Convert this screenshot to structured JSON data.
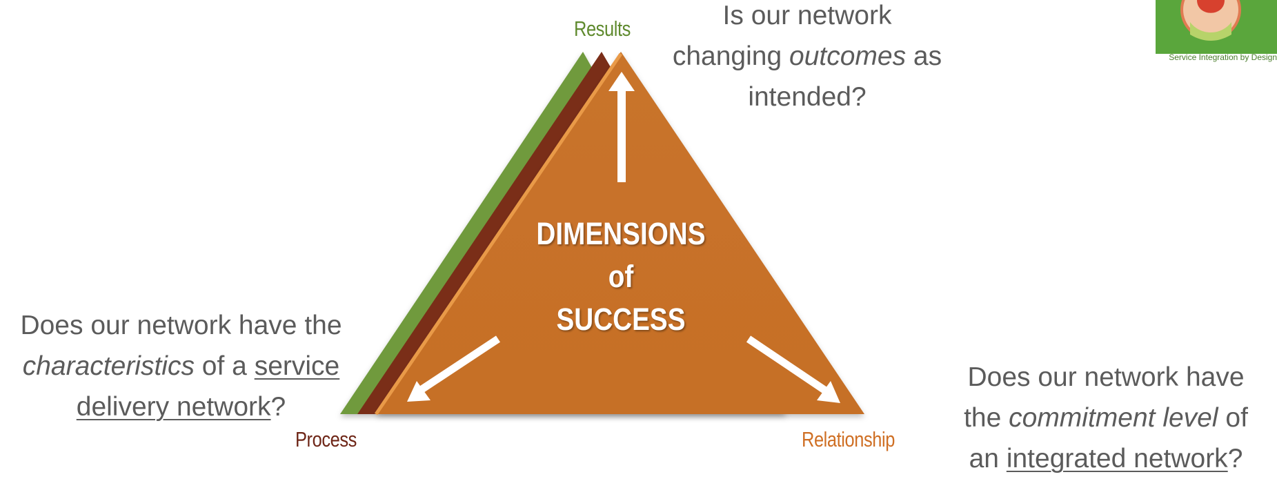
{
  "colors": {
    "triangle_main": "#c8732b",
    "triangle_brown": "#7a2e18",
    "triangle_green": "#6f9a3e",
    "arrow": "#ffffff",
    "question_text": "#5b5b5b",
    "label_results": "#5f8a2e",
    "label_process": "#6e2617",
    "label_relationship": "#cf6f24"
  },
  "diagram": {
    "title_line_1": "DIMENSIONS",
    "title_line_2": "of",
    "title_line_3": "SUCCESS",
    "labels": {
      "results": "Results",
      "process": "Process",
      "relationship": "Relationship"
    }
  },
  "questions": {
    "results": {
      "part1": "Is our network",
      "part2": "changing ",
      "emphasis": "outcomes",
      "part3": " as",
      "part4": "intended?"
    },
    "process": {
      "part1": "Does our network have the",
      "emphasis": "characteristics",
      "part2": " of a ",
      "underline1": "service",
      "underline2": "delivery network",
      "part3": "?"
    },
    "relationship": {
      "part1": "Does our network have",
      "part2": "the ",
      "emphasis": "commitment level",
      "part3": " of",
      "part4": "an ",
      "underline": "integrated network",
      "part5": "?"
    }
  },
  "logo": {
    "caption": "Service Integration by Design",
    "icon": "heart-state-logo-icon"
  }
}
